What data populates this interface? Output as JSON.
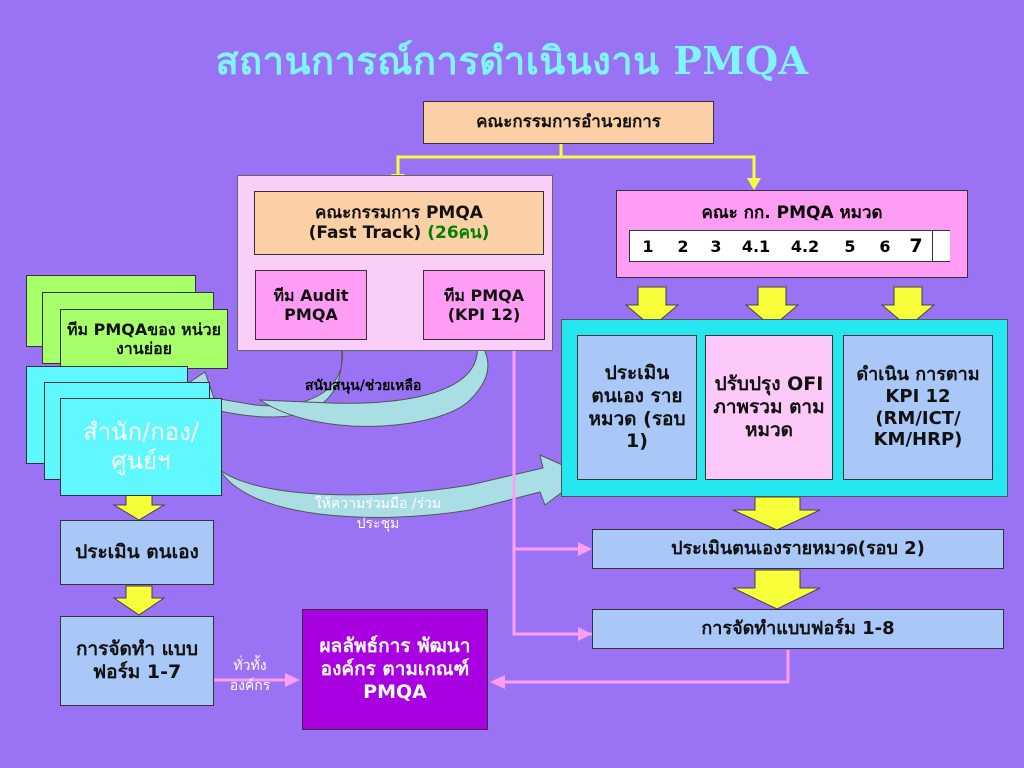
{
  "title": "สถานการณ์การดำเนินงาน PMQA",
  "nodes": {
    "committee_gov": "คณะกรรมการอำนวยการ",
    "fast_track_line1_a": "คณะกรรมการ ",
    "fast_track_line1_b": "PMQA",
    "fast_track_line2_a": "(Fast Track)",
    "fast_track_line2_b": " (26คน)",
    "audit_team_1": "ทีม Audit",
    "audit_team_2": "PMQA",
    "pmqa_team_1": "ทีม PMQA",
    "pmqa_team_2": "(KPI 12)",
    "category_committee": "คณะ กก. PMQA หมวด",
    "categories": [
      "1",
      "2",
      "3",
      "4.1",
      "4.2",
      "5",
      "6",
      "7"
    ],
    "sub_team": "ทีม PMQAของ หน่วยงานย่อย",
    "office": "สำนัก/กอง/ ศูนย์ฯ",
    "self_assess_cat": "ประเมิน ตนเอง ราย หมวด (รอบ 1)",
    "improve_ofi": "ปรับปรุง OFI ภาพรวม ตาม หมวด",
    "kpi_followup": "ดำเนิน การตาม KPI 12 (RM/ICT/ KM/HRP)",
    "self_assess_round2": "ประเมินตนเองรายหมวด(รอบ 2)",
    "forms_1_8": "การจัดทำแบบฟอร์ม 1-8",
    "self_assess_left": "ประเมิน ตนเอง",
    "forms_1_7": "การจัดทำ แบบฟอร์ม 1-7",
    "result": "ผลลัพธ์การ พัฒนาองค์กร ตามเกณฑ์ PMQA",
    "support_label": "สนับสนุน/ช่วยเหลือ",
    "cooperate_label": "ให้ความร่วมมือ /ร่วมประชุม",
    "org_wide_label": "ทั่วทั้ง องค์กร"
  },
  "colors": {
    "background": "#9a73f5",
    "title": "#7ff5ff",
    "block_arrow": "#f6ff3a",
    "connector": "#ff9df4",
    "curved_arrow": "#a9dfe4"
  }
}
